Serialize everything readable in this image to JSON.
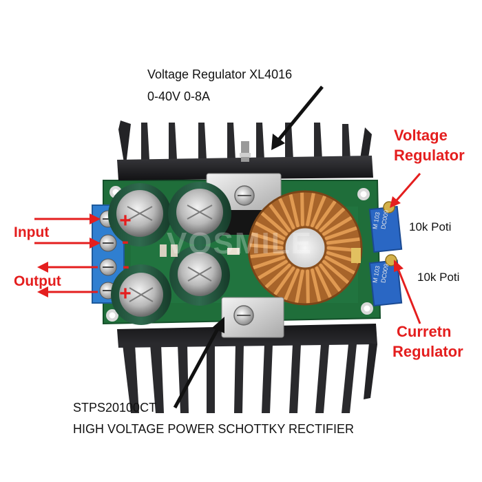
{
  "annotations": {
    "top_line1": "Voltage Regulator XL4016",
    "top_line2": "0-40V 0-8A",
    "bottom_line1": "STPS20100CT",
    "bottom_line2": "HIGH VOLTAGE POWER SCHOTTKY RECTIFIER",
    "voltage_regulator_line1": "Voltage",
    "voltage_regulator_line2": "Regulator",
    "current_regulator_line1": "Curretn",
    "current_regulator_line2": "Regulator",
    "poti_top": "10k Poti",
    "poti_bottom": "10k Poti",
    "input": "Input",
    "output": "Output"
  },
  "watermark": "VOSMILE",
  "pot_markings": {
    "top": [
      "M 103",
      "DC009"
    ],
    "bottom": [
      "M 103",
      "DC009"
    ]
  },
  "polarity": {
    "plus": "+",
    "minus": "-"
  },
  "colors": {
    "arrow_red": "#e41e1e",
    "arrow_black": "#111111",
    "pcb_green": "#1f6e3a",
    "heatsink": "#1c1c1e",
    "terminal_blue": "#2f7fd1",
    "copper": "#c07a2e"
  }
}
